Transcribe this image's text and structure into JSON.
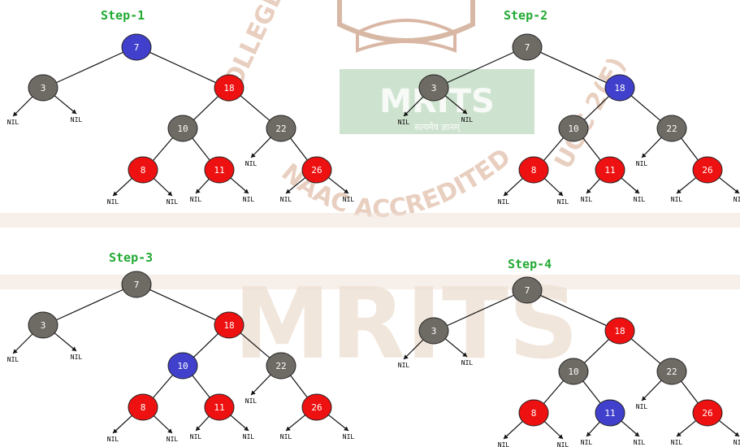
{
  "colors": {
    "red": "#ee1111",
    "black": "#6e6a64",
    "current": "#4040cc",
    "title": "#22aa33",
    "edge": "#111111",
    "watermark_main": "#e6d2c0",
    "watermark_badge": "#d7a88e",
    "watermark_green": "#bed9bf"
  },
  "watermark": {
    "top_text": "MRITS",
    "top_subtext": "सत्यमेव ज्ञानम्",
    "arc_text": "NAAC ACCREDITED",
    "college_text": "COLLEGE",
    "ugc_text": "UGC 2(F)",
    "center_text": "MRITS"
  },
  "nil_label": "NIL",
  "steps": [
    {
      "title": "Step-1",
      "nodes": [
        {
          "key": "7",
          "color": "current"
        },
        {
          "key": "3",
          "color": "black"
        },
        {
          "key": "18",
          "color": "red"
        },
        {
          "key": "10",
          "color": "black"
        },
        {
          "key": "22",
          "color": "black"
        },
        {
          "key": "8",
          "color": "red"
        },
        {
          "key": "11",
          "color": "red"
        },
        {
          "key": "26",
          "color": "red"
        }
      ]
    },
    {
      "title": "Step-2",
      "nodes": [
        {
          "key": "7",
          "color": "black"
        },
        {
          "key": "3",
          "color": "black"
        },
        {
          "key": "18",
          "color": "current"
        },
        {
          "key": "10",
          "color": "black"
        },
        {
          "key": "22",
          "color": "black"
        },
        {
          "key": "8",
          "color": "red"
        },
        {
          "key": "11",
          "color": "red"
        },
        {
          "key": "26",
          "color": "red"
        }
      ]
    },
    {
      "title": "Step-3",
      "nodes": [
        {
          "key": "7",
          "color": "black"
        },
        {
          "key": "3",
          "color": "black"
        },
        {
          "key": "18",
          "color": "red"
        },
        {
          "key": "10",
          "color": "current"
        },
        {
          "key": "22",
          "color": "black"
        },
        {
          "key": "8",
          "color": "red"
        },
        {
          "key": "11",
          "color": "red"
        },
        {
          "key": "26",
          "color": "red"
        }
      ]
    },
    {
      "title": "Step-4",
      "nodes": [
        {
          "key": "7",
          "color": "black"
        },
        {
          "key": "3",
          "color": "black"
        },
        {
          "key": "18",
          "color": "red"
        },
        {
          "key": "10",
          "color": "black"
        },
        {
          "key": "22",
          "color": "black"
        },
        {
          "key": "8",
          "color": "red"
        },
        {
          "key": "11",
          "color": "current"
        },
        {
          "key": "26",
          "color": "red"
        }
      ]
    }
  ]
}
